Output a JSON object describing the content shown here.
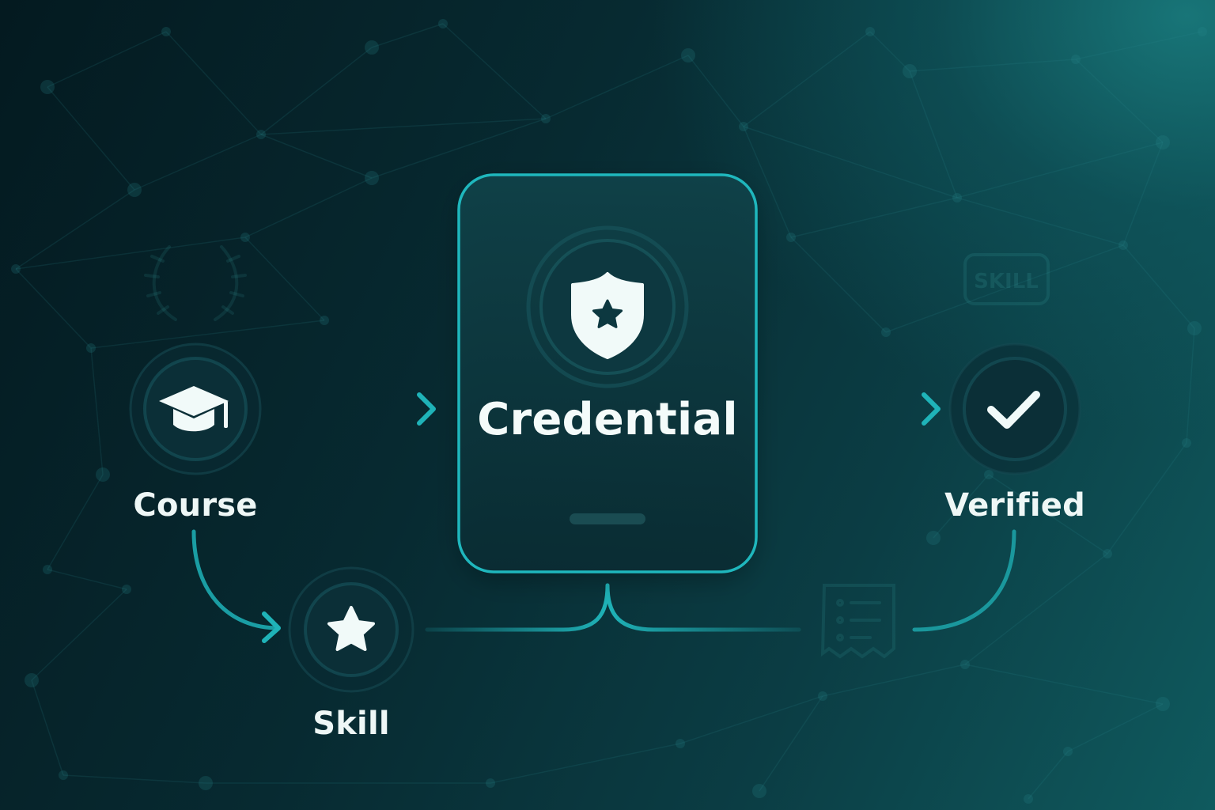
{
  "nodes": {
    "course": {
      "label": "Course",
      "icon": "graduation-cap-icon"
    },
    "skill": {
      "label": "Skill",
      "icon": "star-icon"
    },
    "credential": {
      "label": "Credential",
      "icon": "shield-star-icon"
    },
    "verified": {
      "label": "Verified",
      "icon": "checkmark-icon"
    }
  },
  "decorations": {
    "skill_badge_text": "SKILL",
    "laurel_icon": "laurel-wreath-icon",
    "document_icon": "document-list-icon"
  },
  "colors": {
    "accent": "#1fb3b8",
    "card_border": "#1fb7bd",
    "text": "#eef7f6",
    "background_dark": "#041a20",
    "background_light": "#16787a"
  }
}
